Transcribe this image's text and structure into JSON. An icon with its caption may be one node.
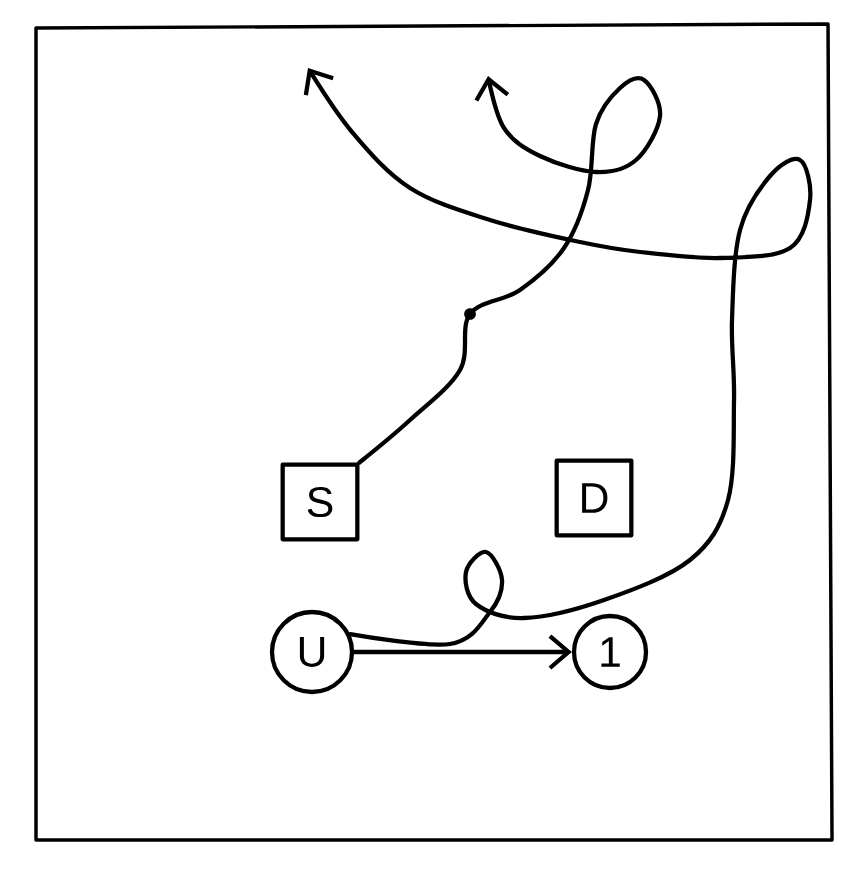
{
  "diagram": {
    "nodes": [
      {
        "text": [
          "S"
        ]
      },
      {
        "text": [
          "D"
        ]
      },
      {
        "text": [
          "U"
        ]
      },
      {
        "text": [
          "1"
        ]
      }
    ],
    "edges": [
      {
        "from": 0,
        "to": null,
        "arrow": "to"
      },
      {
        "from": 2,
        "to": null,
        "arrow": "to"
      },
      {
        "from": 2,
        "to": 3,
        "arrow": "to"
      }
    ]
  }
}
